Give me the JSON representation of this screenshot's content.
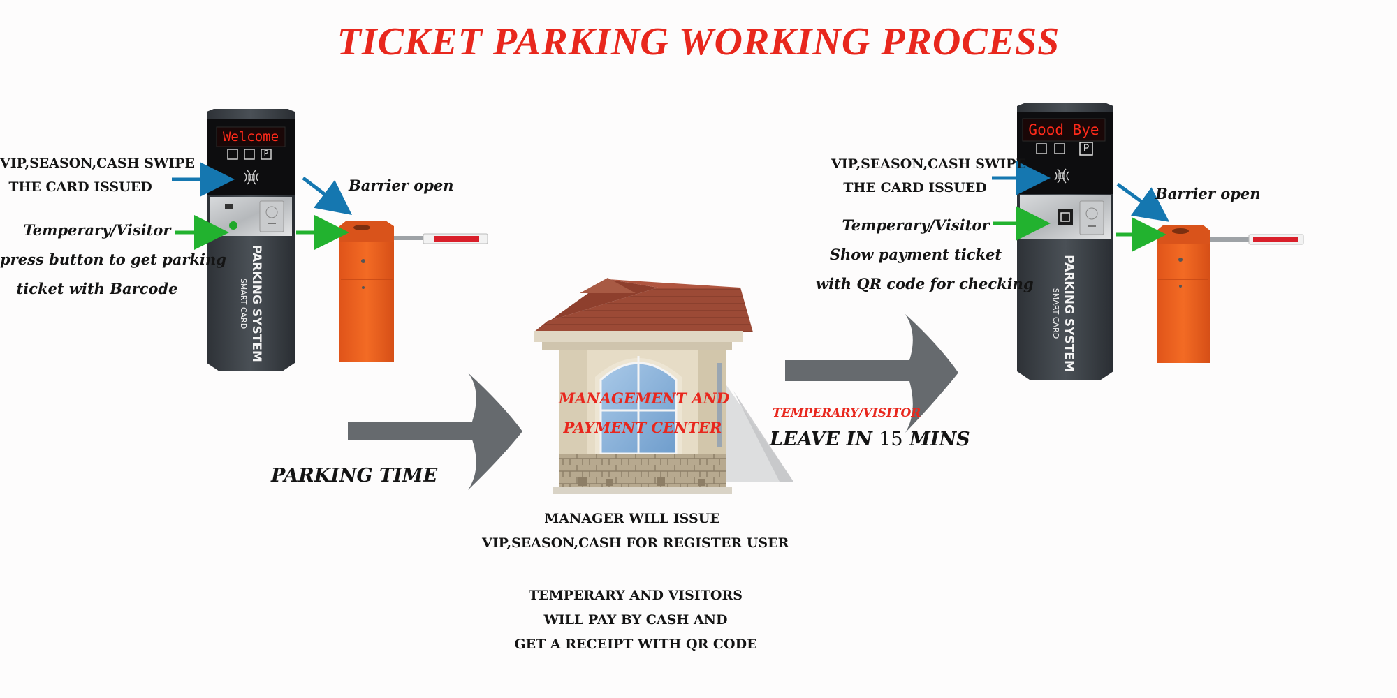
{
  "title": "TICKET PARKING WORKING PROCESS",
  "colors": {
    "title": "#e8271d",
    "blue_arrow": "#1577b0",
    "green_arrow": "#22b22f",
    "big_arrow": "#666a6e",
    "barrier": "#ef6421",
    "terminal": "#3f4449",
    "led": "#ff2a1a"
  },
  "entry": {
    "display": "Welcome",
    "label_card_line1": "VIP,SEASON,CASH SWIPE",
    "label_card_line2": "THE CARD ISSUED",
    "label_visitor_line1": "Temperary/Visitor",
    "label_visitor_line2": "press button to get parking",
    "label_visitor_line3": "ticket with Barcode",
    "barrier_label": "Barrier open",
    "brand_line1": "PARKING SYSTEM",
    "brand_line2": "SMART CARD",
    "panel_p": "P"
  },
  "exit": {
    "display": "Good Bye",
    "label_card_line1": "VIP,SEASON,CASH SWIPE",
    "label_card_line2": "THE CARD ISSUED",
    "label_visitor_line1": "Temperary/Visitor",
    "label_visitor_line2": "Show payment ticket",
    "label_visitor_line3": "with QR code for checking",
    "barrier_label": "Barrier open",
    "brand_line1": "PARKING SYSTEM",
    "brand_line2": "SMART CARD",
    "panel_p": "P"
  },
  "flow": {
    "parking_time": "PARKING TIME",
    "visitor_note": "TEMPERARY/VISITOR",
    "leave_prefix": "LEAVE IN ",
    "leave_number": "15",
    "leave_suffix": " MINS"
  },
  "booth": {
    "label_line1": "MANAGEMENT AND",
    "label_line2": "PAYMENT CENTER"
  },
  "notes": {
    "manager_line1": "MANAGER WILL ISSUE",
    "manager_line2": "VIP,SEASON,CASH FOR REGISTER USER",
    "visitor_line1": "TEMPERARY AND VISITORS",
    "visitor_line2": "WILL PAY BY CASH AND",
    "visitor_line3": "GET A RECEIPT WITH QR CODE"
  }
}
